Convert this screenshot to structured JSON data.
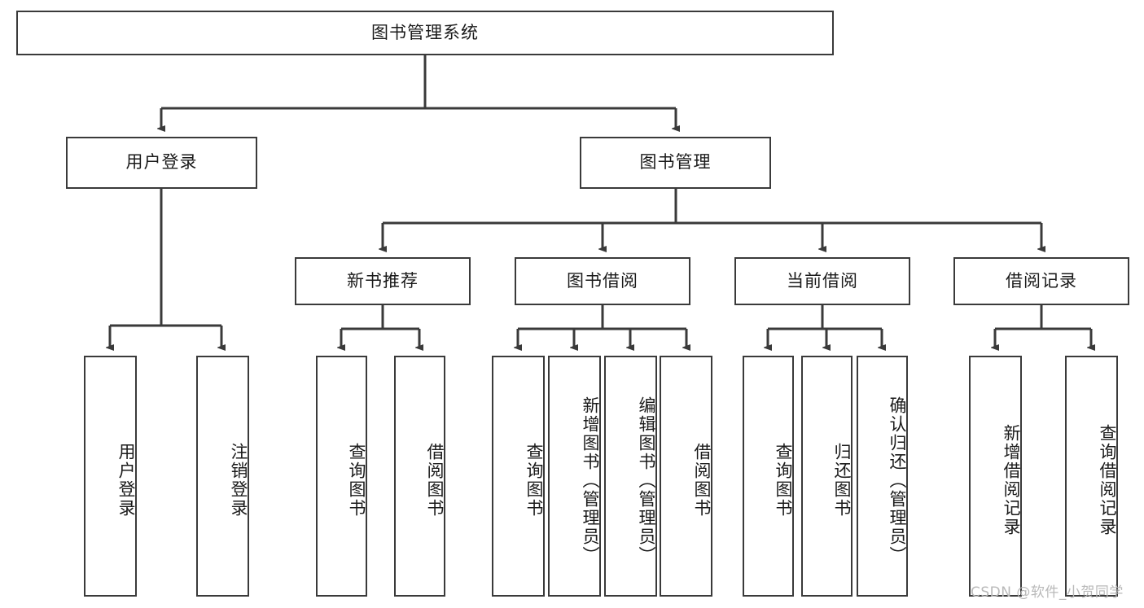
{
  "diagram": {
    "title": "图书管理系统",
    "type": "functional-structure-tree",
    "colors": {
      "box_border": "#3a3a3a",
      "box_fill": "#ffffff",
      "edge": "#3a3a3a",
      "text": "#1a1a1a",
      "watermark": "#b9b9b9",
      "background": "#ffffff"
    },
    "nodes": {
      "root": {
        "label": "图书管理系统"
      },
      "level2": [
        {
          "id": "user-login",
          "label": "用户登录"
        },
        {
          "id": "book-manage",
          "label": "图书管理"
        }
      ],
      "level3": [
        {
          "id": "new-book-recommend",
          "label": "新书推荐"
        },
        {
          "id": "book-borrow",
          "label": "图书借阅"
        },
        {
          "id": "current-borrow",
          "label": "当前借阅"
        },
        {
          "id": "borrow-record",
          "label": "借阅记录"
        }
      ],
      "leaves": {
        "user_login": [
          {
            "id": "leaf-user-login",
            "label": "用户登录"
          },
          {
            "id": "leaf-logout-login",
            "label": "注销登录"
          }
        ],
        "new_book_recommend": [
          {
            "id": "leaf-query-book-1",
            "label": "查询图书"
          },
          {
            "id": "leaf-borrow-book-1",
            "label": "借阅图书"
          }
        ],
        "book_borrow": [
          {
            "id": "leaf-query-book-2",
            "label": "查询图书"
          },
          {
            "id": "leaf-add-book",
            "label": "新增图书（管理员）"
          },
          {
            "id": "leaf-edit-book",
            "label": "编辑图书（管理员）"
          },
          {
            "id": "leaf-borrow-book-2",
            "label": "借阅图书"
          }
        ],
        "current_borrow": [
          {
            "id": "leaf-query-book-3",
            "label": "查询图书"
          },
          {
            "id": "leaf-return-book",
            "label": "归还图书"
          },
          {
            "id": "leaf-confirm-return",
            "label": "确认归还（管理员）"
          }
        ],
        "borrow_record": [
          {
            "id": "leaf-add-borrow-record",
            "label": "新增借阅记录"
          },
          {
            "id": "leaf-query-borrow-record",
            "label": "查询借阅记录"
          }
        ]
      }
    },
    "watermark": "CSDN @软件_小贺同学"
  }
}
